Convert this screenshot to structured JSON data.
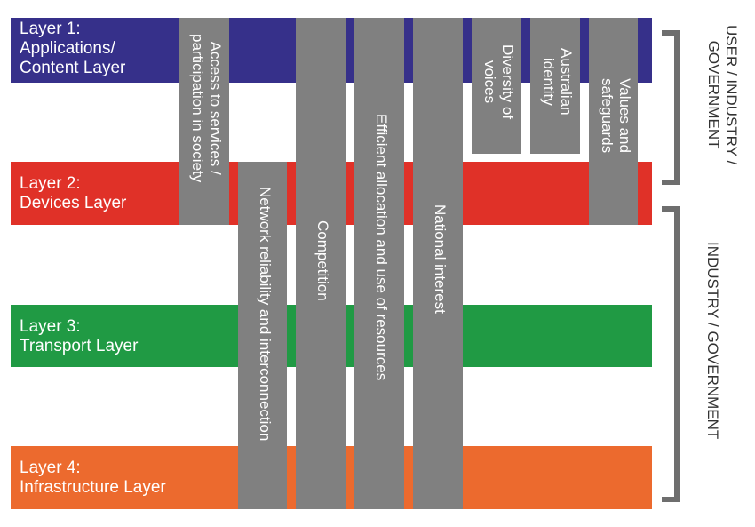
{
  "layers": [
    {
      "line1": "Layer 1:",
      "line2": "Applications/",
      "line3": "Content Layer",
      "color": "#36308a"
    },
    {
      "line1": "Layer 2:",
      "line2": "Devices Layer",
      "color": "#e03128"
    },
    {
      "line1": "Layer 3:",
      "line2": "Transport Layer",
      "color": "#209a44"
    },
    {
      "line1": "Layer 4:",
      "line2": "Infrastructure Layer",
      "color": "#ec6a2e"
    }
  ],
  "columns": {
    "access": {
      "line1": "Access to services /",
      "line2": "participation in society"
    },
    "network": {
      "line1": "Network reliability and interconnection"
    },
    "competition": {
      "line1": "Competition"
    },
    "efficient": {
      "line1": "Efficient allocation and use of resources"
    },
    "national": {
      "line1": "National interest"
    },
    "diversity": {
      "line1": "Diversity of",
      "line2": "voices"
    },
    "australian": {
      "line1": "Australian",
      "line2": "identity"
    },
    "values": {
      "line1": "Values and",
      "line2": "safeguards"
    }
  },
  "brackets": {
    "top": {
      "line1": "USER / INDUSTRY /",
      "line2": "GOVERNMENT"
    },
    "bottom": {
      "line1": "INDUSTRY / GOVERNMENT"
    }
  },
  "colors": {
    "column": "#808080",
    "bracket": "#6e6e6e"
  }
}
